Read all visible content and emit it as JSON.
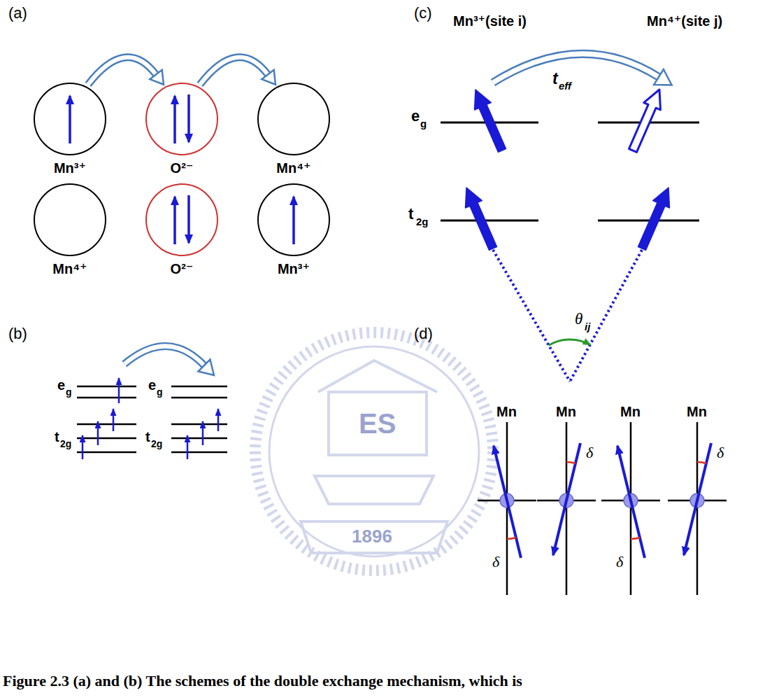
{
  "diagram": {
    "caption": "Figure 2.3 (a) and (b) The schemes of the double exchange mechanism, which is",
    "nodes": [
      {
        "text": [
          "Mn³⁺"
        ]
      },
      {
        "text": [
          "O²⁻"
        ]
      },
      {
        "text": [
          "Mn⁴⁺"
        ]
      },
      {
        "text": [
          "Mn⁴⁺"
        ]
      },
      {
        "text": [
          "O²⁻"
        ]
      },
      {
        "text": [
          "Mn³⁺"
        ]
      }
    ],
    "edges": [
      {
        "from": 0,
        "to": 1,
        "arrow": "to"
      },
      {
        "from": 1,
        "to": 2,
        "arrow": "to"
      }
    ],
    "labels": [
      "(a)",
      "(b)",
      "(c)",
      "(d)",
      "Mn³⁺(site i)",
      "Mn⁴⁺(site j)",
      "t",
      "eff",
      "e",
      "g",
      "t",
      "2g",
      "θ",
      "ij",
      "e",
      "g",
      "t",
      "2g",
      "e",
      "g",
      "t",
      "2g",
      "Mn",
      "Mn",
      "Mn",
      "Mn",
      "δ",
      "δ",
      "δ",
      "δ",
      "ES",
      "1896"
    ]
  }
}
